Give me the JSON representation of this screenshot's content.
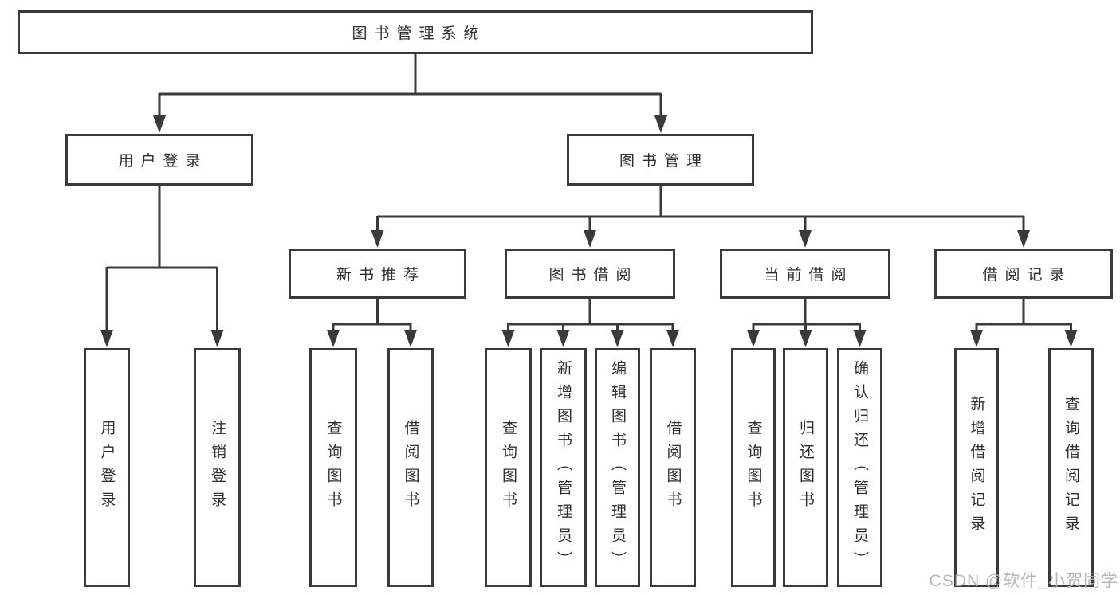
{
  "diagram": {
    "type": "hierarchy",
    "root": {
      "label": "图书管理系统"
    },
    "branches": {
      "user_login": {
        "label": "用户登录",
        "children": [
          {
            "label": "用户登录"
          },
          {
            "label": "注销登录"
          }
        ]
      },
      "book_management": {
        "label": "图书管理",
        "children": [
          {
            "label": "新书推荐",
            "children": [
              {
                "label": "查询图书"
              },
              {
                "label": "借阅图书"
              }
            ]
          },
          {
            "label": "图书借阅",
            "children": [
              {
                "label": "查询图书"
              },
              {
                "label": "新增图书（管理员）"
              },
              {
                "label": "编辑图书（管理员）"
              },
              {
                "label": "借阅图书"
              }
            ]
          },
          {
            "label": "当前借阅",
            "children": [
              {
                "label": "查询图书"
              },
              {
                "label": "归还图书"
              },
              {
                "label": "确认归还（管理员）"
              }
            ]
          },
          {
            "label": "借阅记录",
            "children": [
              {
                "label": "新增借阅记录"
              },
              {
                "label": "查询借阅记录"
              }
            ]
          }
        ]
      }
    }
  },
  "watermark": {
    "text": "CSDN @软件_小贺同学"
  },
  "colors": {
    "line": "#3a3a3a",
    "box_border": "#3a3a3a",
    "text": "#2f2f2f",
    "background": "#ffffff",
    "watermark": "#b2b2b2"
  }
}
